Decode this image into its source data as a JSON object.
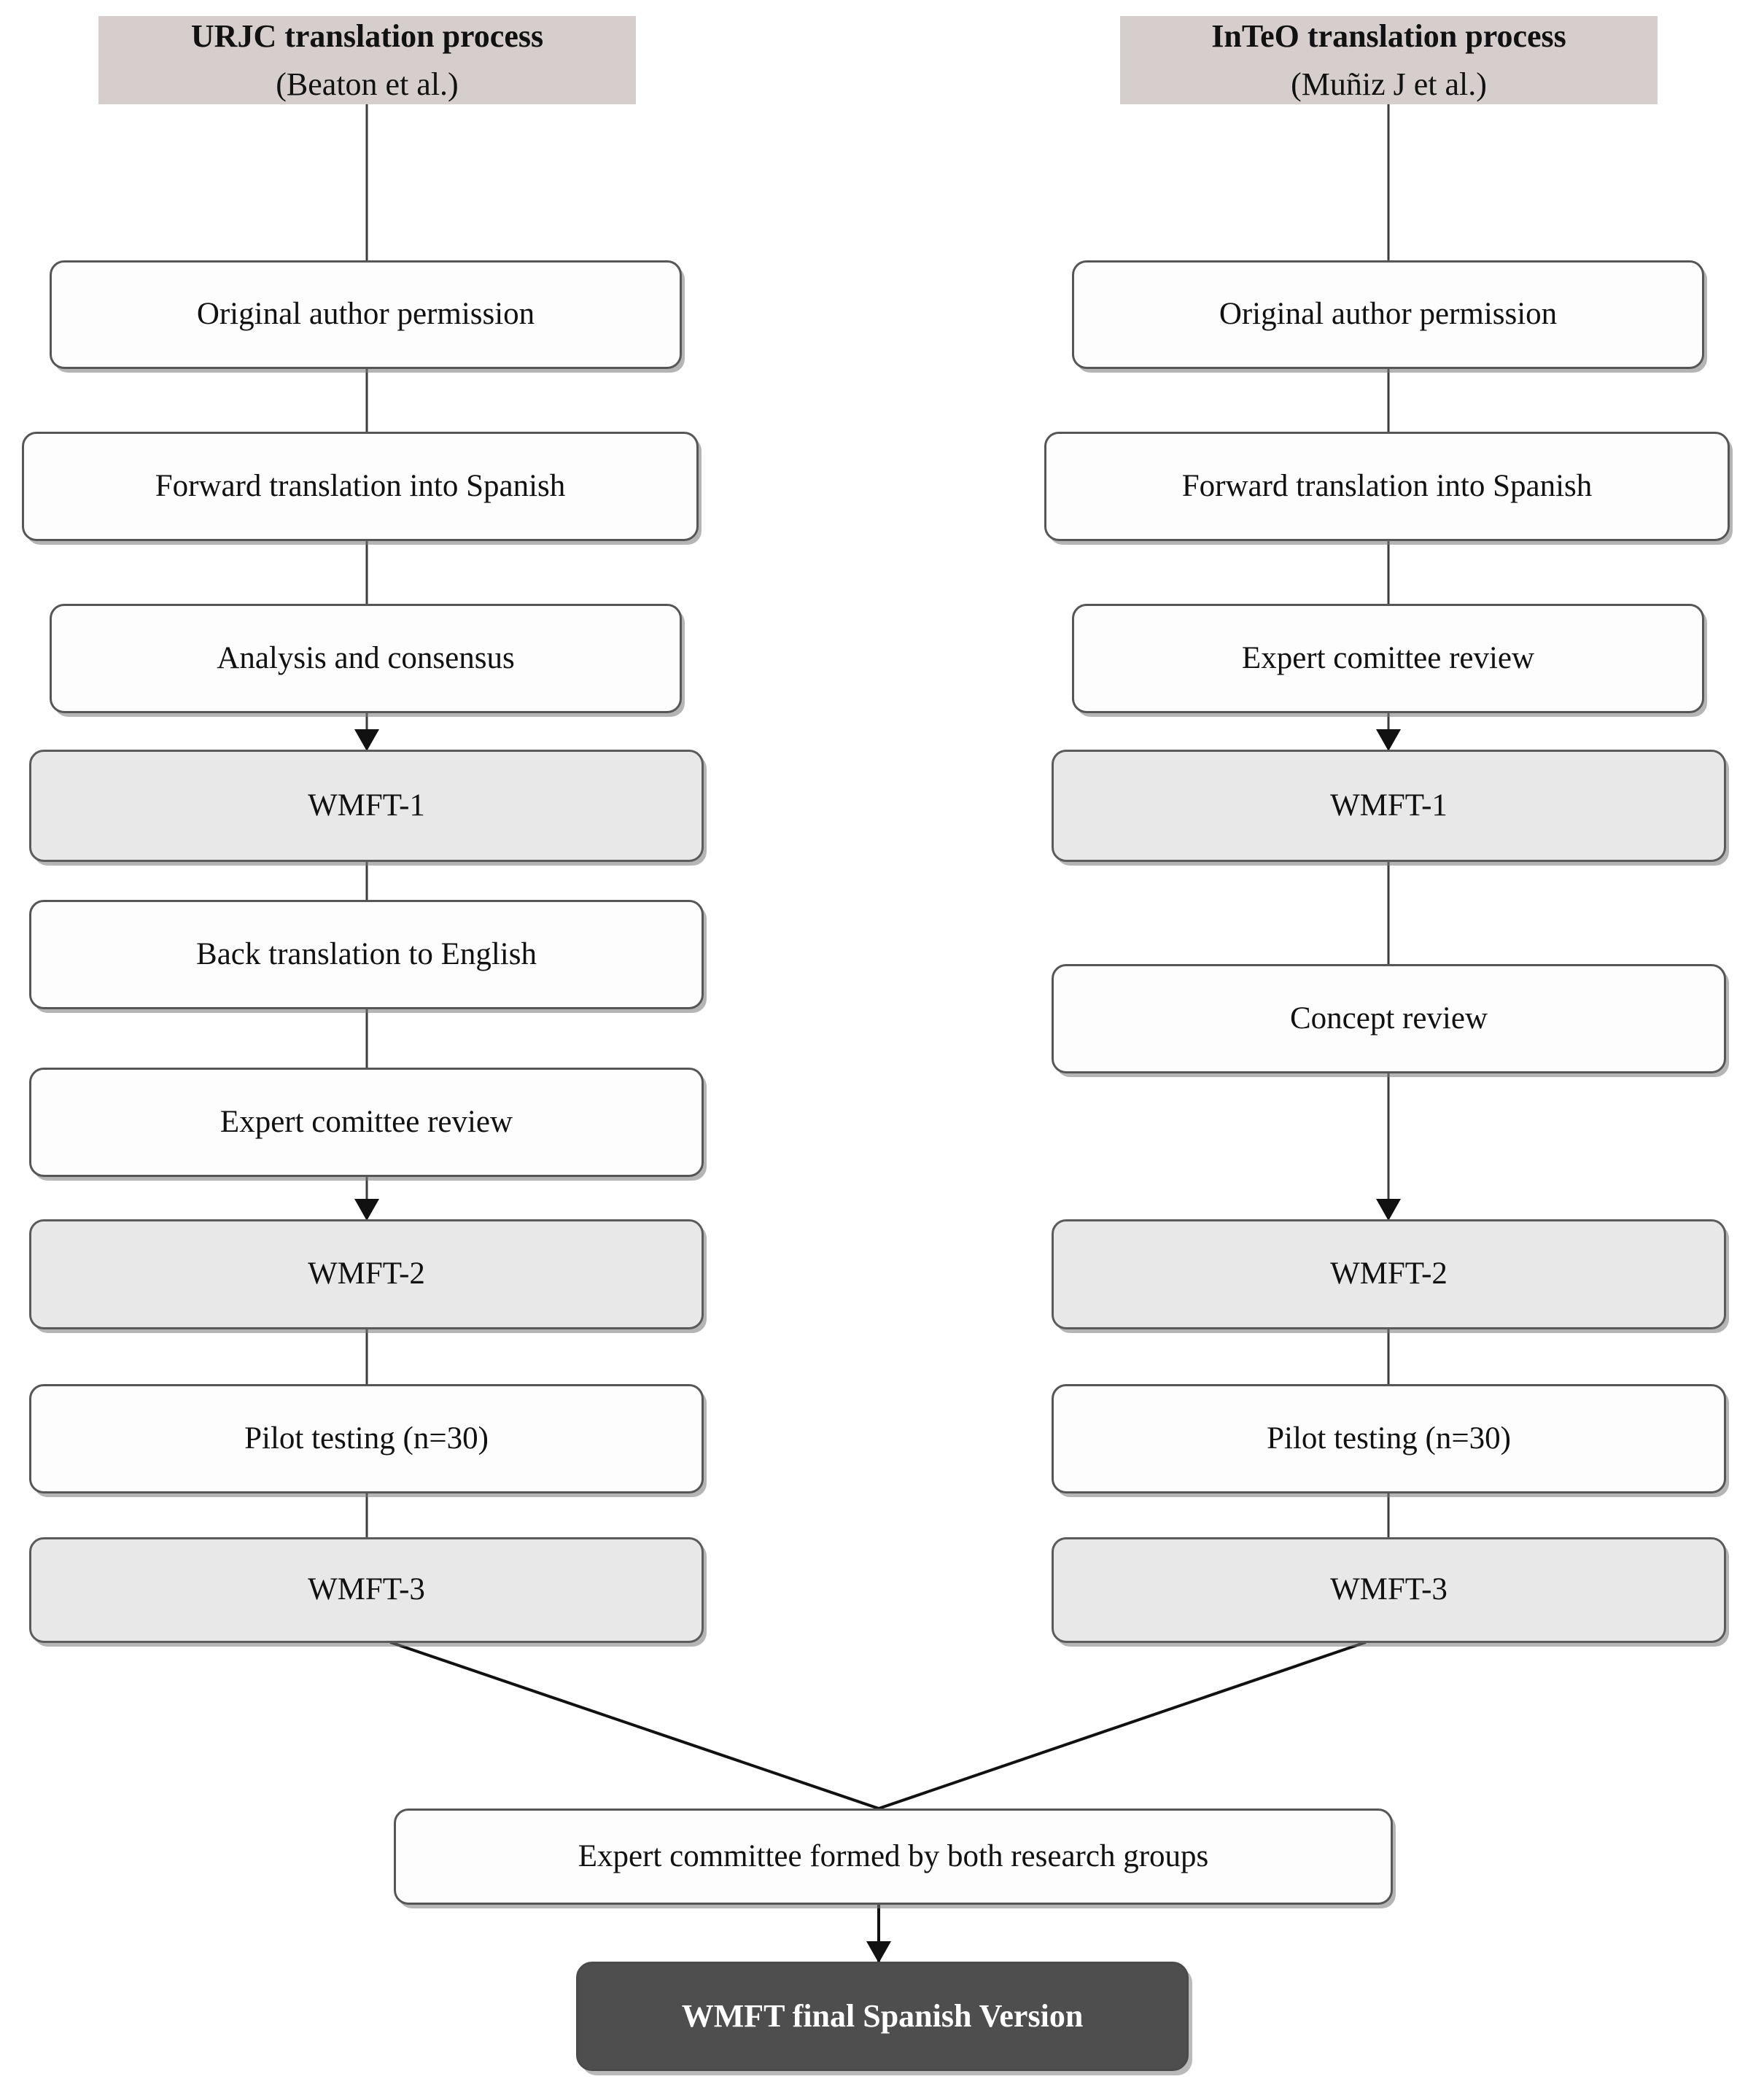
{
  "diagram": {
    "title": "WMFT translation process flowchart",
    "colors": {
      "header_fill": "#d6cecd",
      "step_fill": "#fdfdfd",
      "milestone_fill": "#e9e8e8",
      "final_fill": "#4e4e4e",
      "border": "#565656",
      "connector": "#3d3d3d",
      "text": "#111111",
      "final_text": "#ffffff"
    },
    "columns": [
      {
        "id": "urjc",
        "header": {
          "line1": "URJC translation process",
          "line2": "(Beaton et al.)"
        },
        "steps": [
          {
            "label": "Original author permission",
            "type": "step"
          },
          {
            "label": "Forward translation into Spanish",
            "type": "step"
          },
          {
            "label": "Analysis and consensus",
            "type": "step"
          },
          {
            "label": "WMFT-1",
            "type": "milestone"
          },
          {
            "label": "Back translation to English",
            "type": "step"
          },
          {
            "label": "Expert comittee review",
            "type": "step"
          },
          {
            "label": "WMFT-2",
            "type": "milestone"
          },
          {
            "label": "Pilot testing (n=30)",
            "type": "step"
          },
          {
            "label": "WMFT-3",
            "type": "milestone"
          }
        ]
      },
      {
        "id": "inteo",
        "header": {
          "line1": "InTeO translation process",
          "line2": "(Muñiz J et al.)"
        },
        "steps": [
          {
            "label": "Original author permission",
            "type": "step"
          },
          {
            "label": "Forward translation into Spanish",
            "type": "step"
          },
          {
            "label": "Expert comittee review",
            "type": "step"
          },
          {
            "label": "WMFT-1",
            "type": "milestone"
          },
          {
            "label": "Concept review",
            "type": "step"
          },
          {
            "label": "WMFT-2",
            "type": "milestone"
          },
          {
            "label": "Pilot testing (n=30)",
            "type": "step"
          },
          {
            "label": "WMFT-3",
            "type": "milestone"
          }
        ]
      }
    ],
    "merge": {
      "committee": "Expert committee formed by both research groups",
      "final": "WMFT final Spanish Version"
    }
  }
}
